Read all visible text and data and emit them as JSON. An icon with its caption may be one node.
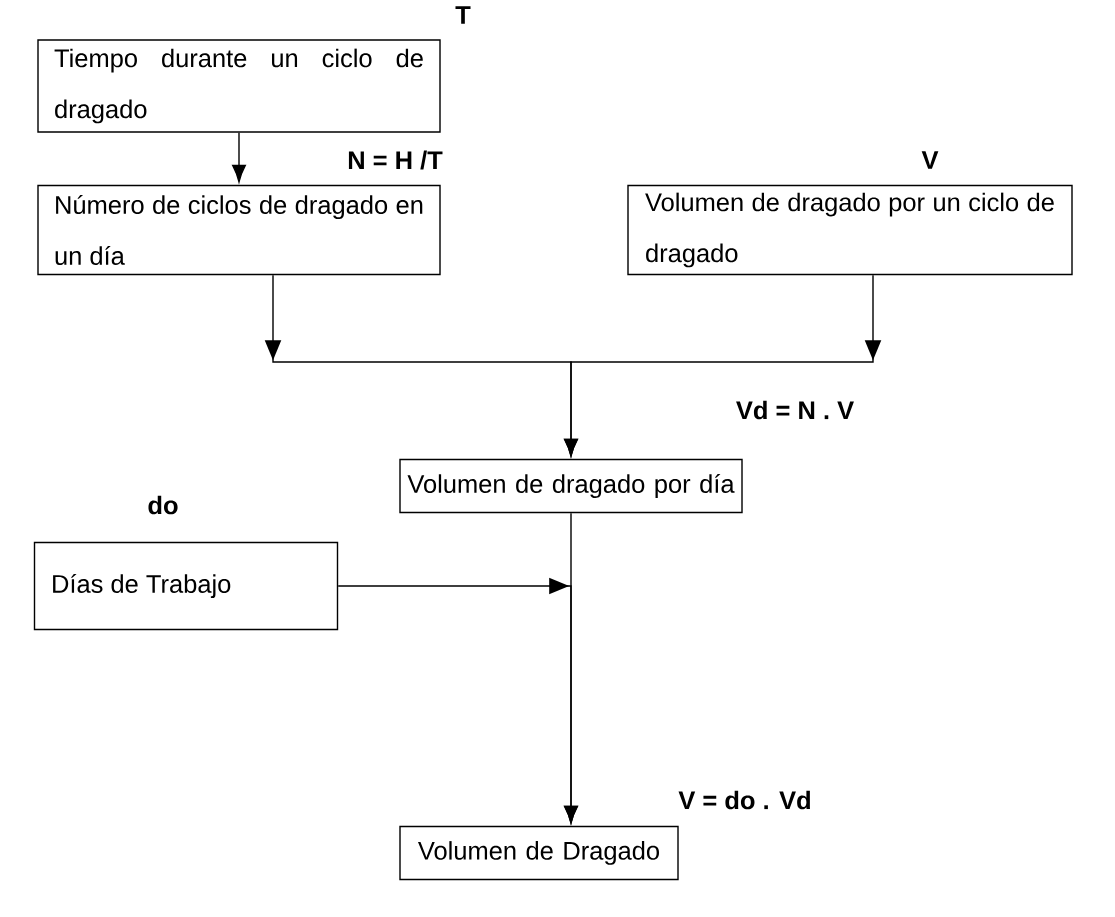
{
  "diagram": {
    "nodes": [
      {
        "text": [
          "Tiempo durante un ciclo de dragado"
        ],
        "beside": [
          "T"
        ]
      },
      {
        "text": [
          "Número de ciclos de dragado en un día"
        ],
        "beside": [
          "N = H /T"
        ]
      },
      {
        "text": [
          "Volumen de dragado por un ciclo de dragado"
        ],
        "beside": [
          "V"
        ]
      },
      {
        "text": [
          "Volumen de dragado por día"
        ],
        "beside": [
          "Vd = N . V"
        ]
      },
      {
        "text": [
          "Días de Trabajo"
        ],
        "beside": [
          "do"
        ]
      },
      {
        "text": [
          "Volumen de Dragado"
        ],
        "beside": [
          "V = do . Vd"
        ]
      }
    ],
    "edges": [
      {
        "from": 0,
        "to": 1,
        "arrow": "to"
      },
      {
        "from": 1,
        "to": 3,
        "arrow": "to"
      },
      {
        "from": 2,
        "to": 3,
        "arrow": "to"
      },
      {
        "from": 3,
        "to": 5,
        "arrow": "to"
      },
      {
        "from": 4,
        "to": 5,
        "arrow": "to"
      }
    ]
  }
}
